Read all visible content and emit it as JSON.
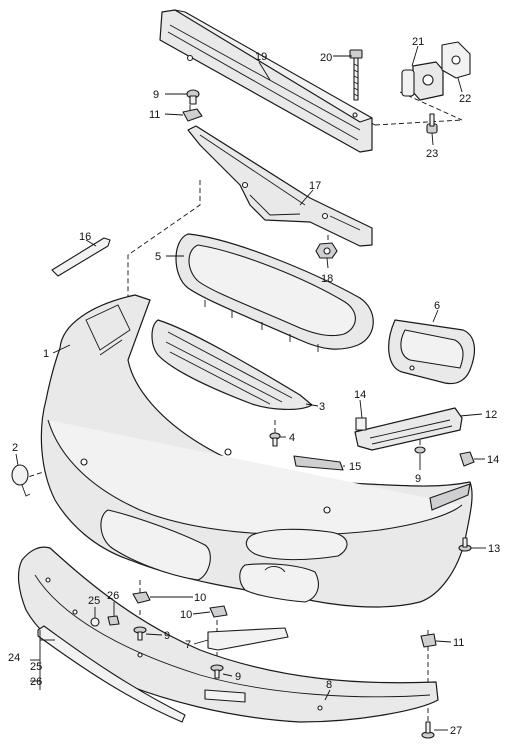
{
  "callouts": [
    {
      "id": "c1",
      "text": "1"
    },
    {
      "id": "c2",
      "text": "2"
    },
    {
      "id": "c3",
      "text": "3"
    },
    {
      "id": "c4",
      "text": "4"
    },
    {
      "id": "c5",
      "text": "5"
    },
    {
      "id": "c6",
      "text": "6"
    },
    {
      "id": "c7",
      "text": "7"
    },
    {
      "id": "c8",
      "text": "8"
    },
    {
      "id": "c9a",
      "text": "9"
    },
    {
      "id": "c9b",
      "text": "9"
    },
    {
      "id": "c9c",
      "text": "9"
    },
    {
      "id": "c9d",
      "text": "9"
    },
    {
      "id": "c10a",
      "text": "10"
    },
    {
      "id": "c10b",
      "text": "10"
    },
    {
      "id": "c11a",
      "text": "11"
    },
    {
      "id": "c11b",
      "text": "11"
    },
    {
      "id": "c12",
      "text": "12"
    },
    {
      "id": "c13",
      "text": "13"
    },
    {
      "id": "c14a",
      "text": "14"
    },
    {
      "id": "c14b",
      "text": "14"
    },
    {
      "id": "c15",
      "text": "15"
    },
    {
      "id": "c16",
      "text": "16"
    },
    {
      "id": "c17",
      "text": "17"
    },
    {
      "id": "c18",
      "text": "18"
    },
    {
      "id": "c19",
      "text": "19"
    },
    {
      "id": "c20",
      "text": "20"
    },
    {
      "id": "c21",
      "text": "21"
    },
    {
      "id": "c22",
      "text": "22"
    },
    {
      "id": "c23",
      "text": "23"
    },
    {
      "id": "c24",
      "text": "24"
    },
    {
      "id": "c25a",
      "text": "25"
    },
    {
      "id": "c25b",
      "text": "25"
    },
    {
      "id": "c26a",
      "text": "26"
    },
    {
      "id": "c26b",
      "text": "26"
    },
    {
      "id": "c27",
      "text": "27"
    }
  ]
}
